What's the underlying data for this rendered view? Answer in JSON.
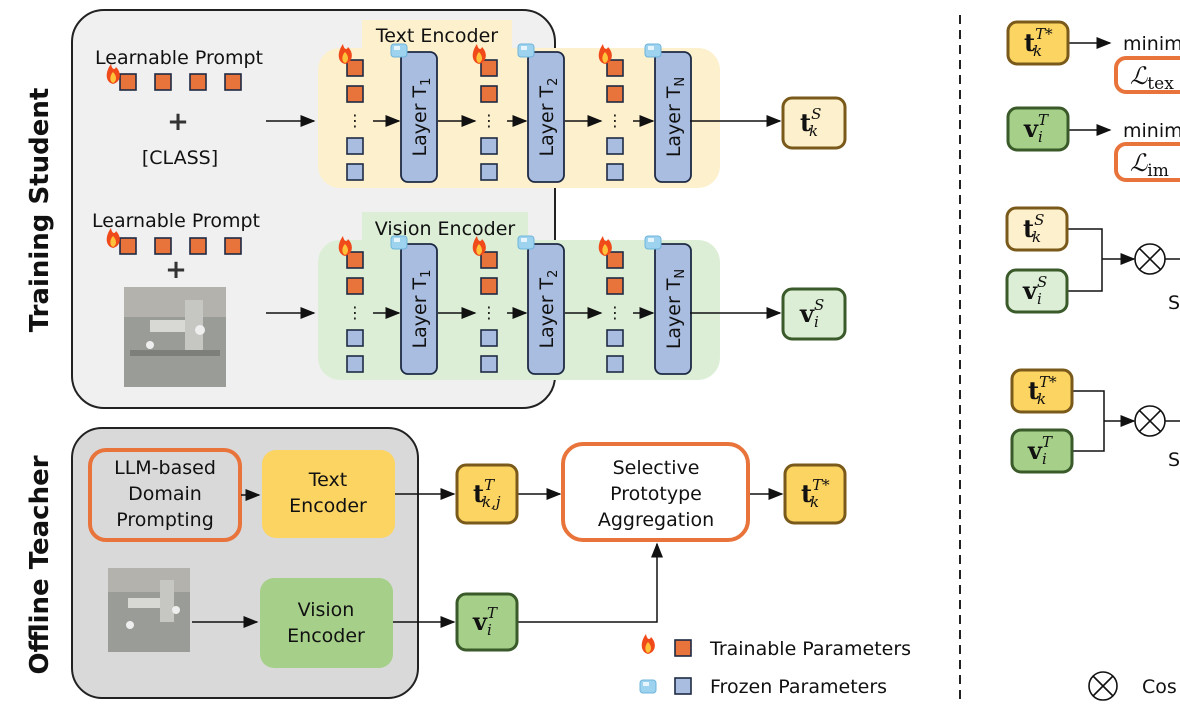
{
  "colors": {
    "trainable": "#e8743b",
    "frozen": "#a9bde0",
    "text_encoder_bg": "#fdf0cc",
    "vision_encoder_bg": "#dcefd6",
    "teacher_text": "#fcd462",
    "teacher_vision": "#a6d08a",
    "highlight_border": "#e8743b"
  },
  "student": {
    "section_label": "Training Student",
    "text_branch": {
      "prompt_label": "Learnable Prompt",
      "plus": "+",
      "class_token": "[CLASS]",
      "encoder_label": "Text Encoder",
      "layers": [
        {
          "name": "Layer T",
          "sub": "1"
        },
        {
          "name": "Layer T",
          "sub": "2"
        },
        {
          "name": "Layer T",
          "sub": "N"
        }
      ],
      "output": {
        "base": "t",
        "sup": "S",
        "sub": "k"
      }
    },
    "vision_branch": {
      "prompt_label": "Learnable Prompt",
      "plus": "+",
      "encoder_label": "Vision Encoder",
      "layers": [
        {
          "name": "Layer T",
          "sub": "1"
        },
        {
          "name": "Layer T",
          "sub": "2"
        },
        {
          "name": "Layer T",
          "sub": "N"
        }
      ],
      "output": {
        "base": "v",
        "sup": "S",
        "sub": "i"
      }
    }
  },
  "teacher": {
    "section_label": "Offline Teacher",
    "llm_box": [
      "LLM-based",
      "Domain",
      "Prompting"
    ],
    "text_encoder": [
      "Text",
      "Encoder"
    ],
    "vision_encoder": [
      "Vision",
      "Encoder"
    ],
    "text_feature": {
      "base": "t",
      "sup": "T",
      "sub": "k,j"
    },
    "vision_feature": {
      "base": "v",
      "sup": "T",
      "sub": "i"
    },
    "aggregation": [
      "Selective",
      "Prototype",
      "Aggregation"
    ],
    "aggregated_feature": {
      "base": "t",
      "sup": "T*",
      "sub": "k"
    }
  },
  "legend": {
    "trainable": "Trainable Parameters",
    "frozen": "Frozen Parameters",
    "cosine": "Cos"
  },
  "right_panel": {
    "text_distill": {
      "feature": {
        "base": "t",
        "sup": "T*",
        "sub": "k"
      },
      "arrow_label": "minim",
      "loss": {
        "base": "ℒ",
        "sub": "tex"
      }
    },
    "image_distill": {
      "feature": {
        "base": "v",
        "sup": "T",
        "sub": "i"
      },
      "arrow_label": "minim",
      "loss": {
        "base": "ℒ",
        "sub": "im"
      }
    },
    "student_sim": {
      "t": {
        "base": "t",
        "sup": "S",
        "sub": "k"
      },
      "v": {
        "base": "v",
        "sup": "S",
        "sub": "i"
      },
      "label": "S"
    },
    "teacher_sim": {
      "t": {
        "base": "t",
        "sup": "T*",
        "sub": "k"
      },
      "v": {
        "base": "v",
        "sup": "T",
        "sub": "i"
      },
      "label": "S"
    }
  }
}
